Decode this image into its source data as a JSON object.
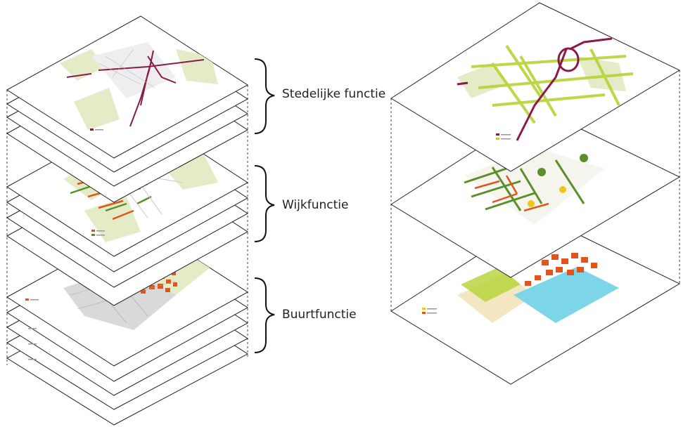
{
  "labels": {
    "stedelijk": "Stedelijke functie",
    "wijk": "Wijkfunctie",
    "buurt": "Buurtfunctie"
  },
  "colors": {
    "street_purple": "#8a1a4a",
    "green_corridor": "#b5d334",
    "dark_green": "#5a8f2a",
    "orange": "#e2541e",
    "cyan": "#7dd6e8",
    "park": "#e4ecc7",
    "beige": "#f3e6c1",
    "urban": "#d9d9d9",
    "yellow": "#f2c617"
  },
  "groups": [
    {
      "name": "stedelijke-functie",
      "sheets": 4
    },
    {
      "name": "wijkfunctie",
      "sheets": 4
    },
    {
      "name": "buurtfunctie",
      "sheets": 5
    }
  ]
}
